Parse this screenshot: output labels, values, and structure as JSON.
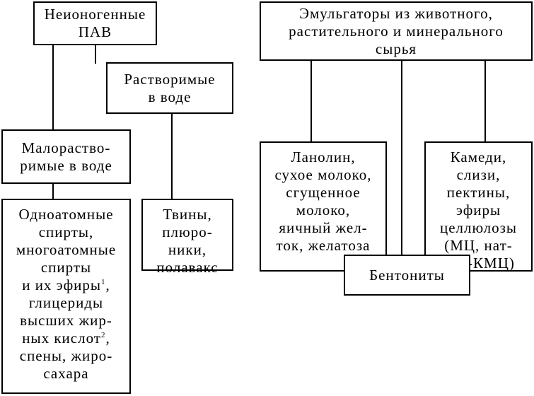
{
  "boxes": {
    "nonionic": "Неионогенные\nПАВ",
    "soluble": "Растворимые\nв воде",
    "poorly_soluble": "Малораство-\nримые в воде",
    "alcohols": "Одноатомные\nспирты,\nмногоатомные\nспирты\nи их эфиры¹,\nглицериды\nвысших жир-\nных кислот²,\nспены, жиро-\nсахара",
    "tweens": "Твины,\nплюро-\nники,\nполавакс",
    "emulsifiers": "Эмульгаторы из животного,\nрастительного и минерального\nсырья",
    "lanolin": "Ланолин,\nсухое молоко,\nсгущенное\nмолоко,\nяичный жел-\nток, желатоза",
    "gums": "Камеди,\nслизи,\nпектины,\nэфиры\nцеллюлозы\n(МЦ, нат-\nрий-КМЦ)",
    "bentonites": "Бентониты"
  }
}
